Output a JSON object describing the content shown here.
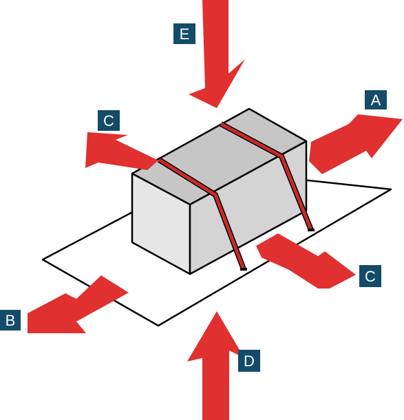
{
  "diagram": {
    "colors": {
      "arrow": "#e03030",
      "label_bg": "#134b68",
      "label_text": "#ffffff",
      "box_front": "#e6e6e6",
      "box_top": "#c6c6c6",
      "box_side": "#d4d4d4",
      "strap": "#c82a2a",
      "outline": "#000000"
    },
    "labels": {
      "a": "A",
      "b": "B",
      "c_upper": "C",
      "c_lower": "C",
      "d": "D",
      "e": "E"
    }
  }
}
